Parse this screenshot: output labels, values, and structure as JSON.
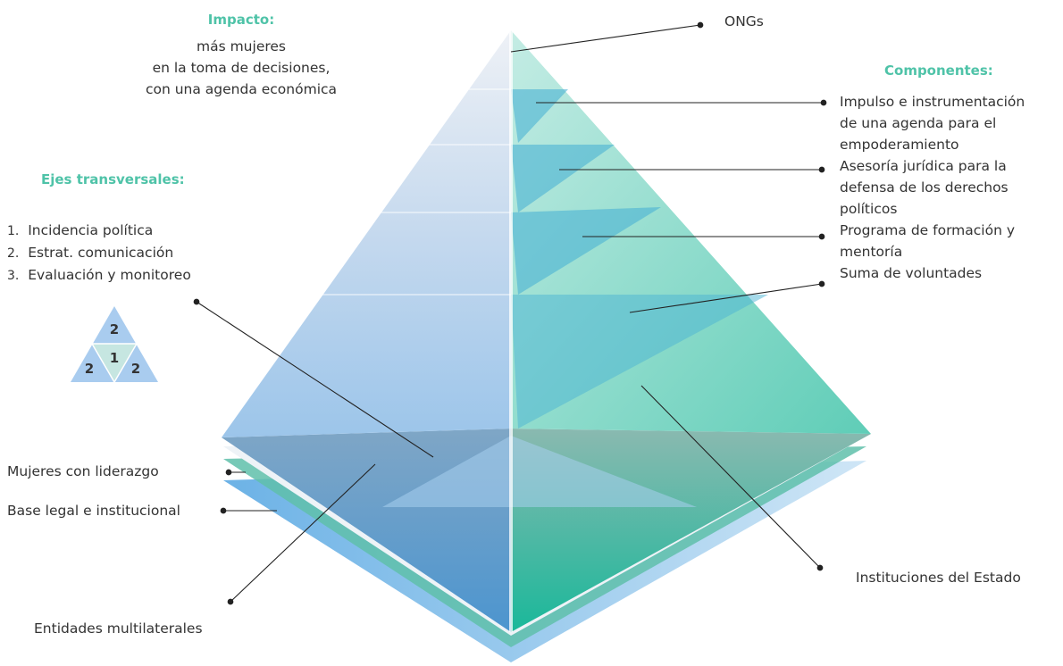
{
  "impact": {
    "heading": "Impacto:",
    "lines": [
      "más mujeres",
      "en la toma de decisiones,",
      "con una agenda económica"
    ]
  },
  "components": {
    "heading": "Componentes:",
    "items": [
      {
        "lines": [
          "Impulso e instrumentación",
          "de una agenda para el",
          "empoderamiento"
        ]
      },
      {
        "lines": [
          "Asesoría jurídica para la",
          "defensa de los derechos",
          "políticos"
        ]
      },
      {
        "lines": [
          "Programa de formación y",
          "mentoría"
        ]
      },
      {
        "lines": [
          "Suma de voluntades"
        ]
      }
    ]
  },
  "axes": {
    "heading": "Ejes transversales:",
    "items": [
      {
        "num": "1.",
        "label": "Incidencia política"
      },
      {
        "num": "2.",
        "label": "Estrat. comunicación"
      },
      {
        "num": "3.",
        "label": "Evaluación y monitoreo"
      }
    ],
    "mini_triangle": {
      "top": "2",
      "center": "1",
      "left": "2",
      "right": "2"
    }
  },
  "labels": {
    "ongs": "ONGs",
    "mujeres": "Mujeres con liderazgo",
    "base": "Base legal e institucional",
    "instituciones": "Instituciones del Estado",
    "entidades": "Entidades multilaterales"
  },
  "colors": {
    "teal": "#4fc3a8",
    "blue": "#5aa7e0",
    "text": "#333333"
  }
}
